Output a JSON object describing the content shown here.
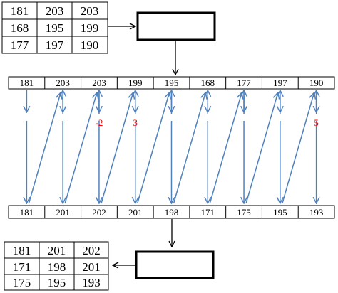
{
  "input_grid": [
    [
      "181",
      "203",
      "203"
    ],
    [
      "168",
      "195",
      "199"
    ],
    [
      "177",
      "197",
      "190"
    ]
  ],
  "input_sequence": [
    "181",
    "203",
    "203",
    "199",
    "195",
    "168",
    "177",
    "197",
    "190"
  ],
  "output_sequence": [
    "181",
    "201",
    "202",
    "201",
    "198",
    "171",
    "175",
    "195",
    "193"
  ],
  "output_grid": [
    [
      "181",
      "201",
      "202"
    ],
    [
      "171",
      "198",
      "201"
    ],
    [
      "175",
      "195",
      "193"
    ]
  ],
  "annotations": [
    {
      "text": "-2",
      "column": 2
    },
    {
      "text": "3",
      "column": 3
    },
    {
      "text": "5",
      "column": 8
    }
  ],
  "colors": {
    "arrow": "#4f81bd",
    "annotation": "#ff0000",
    "line": "#000000"
  }
}
